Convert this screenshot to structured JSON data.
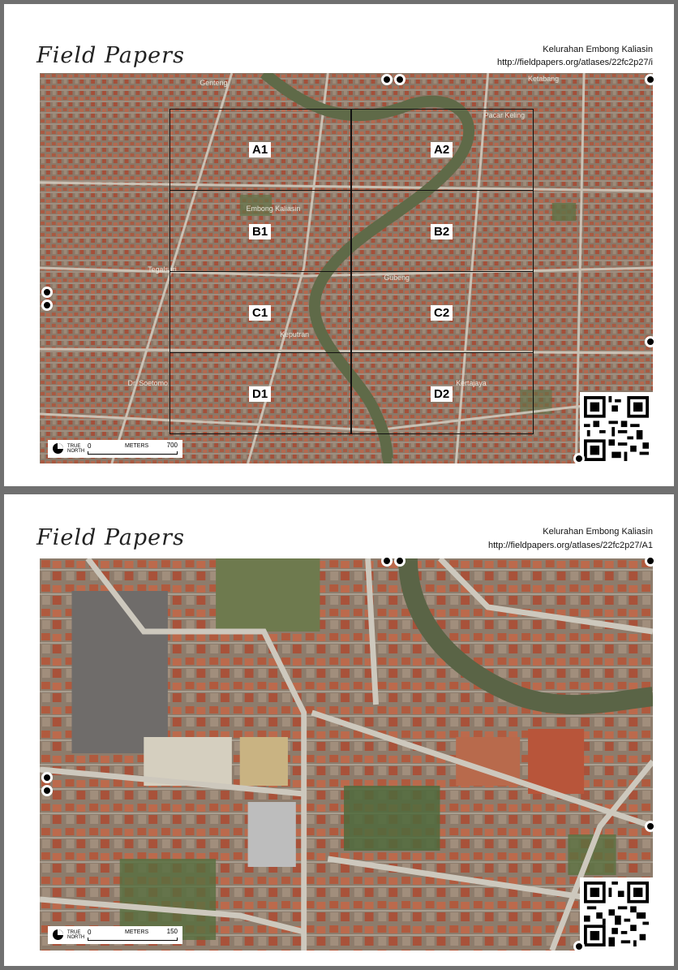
{
  "pages": [
    {
      "brand": "Field Papers",
      "place_title": "Kelurahan Embong Kaliasin",
      "atlas_url": "http://fieldpapers.org/atlases/22fc2p27/i",
      "map_labels": [
        "Genteng",
        "Ketabang",
        "Pacar Keling",
        "Embong Kaliasin",
        "Tegalsari",
        "Gubeng",
        "Keputran",
        "Dr. Soetomo",
        "Kertajaya"
      ],
      "grid_cells": [
        "A1",
        "A2",
        "B1",
        "B2",
        "C1",
        "C2",
        "D1",
        "D2"
      ],
      "scale": {
        "north": [
          "TRUE",
          "NORTH"
        ],
        "min": "0",
        "units": "METERS",
        "max": "700"
      }
    },
    {
      "brand": "Field Papers",
      "place_title": "Kelurahan Embong Kaliasin",
      "atlas_url": "http://fieldpapers.org/atlases/22fc2p27/A1",
      "scale": {
        "north": [
          "TRUE",
          "NORTH"
        ],
        "min": "0",
        "units": "METERS",
        "max": "150"
      }
    }
  ],
  "colors": {
    "map_base_overview": "#8a7a6a",
    "roof_red": "#b0553a",
    "vegetation": "#6b7a4c",
    "river": "#5d6648",
    "road": "#c9c4ba"
  },
  "icons": [
    "true-north-icon",
    "registration-dot-icon",
    "qr-code-icon"
  ]
}
